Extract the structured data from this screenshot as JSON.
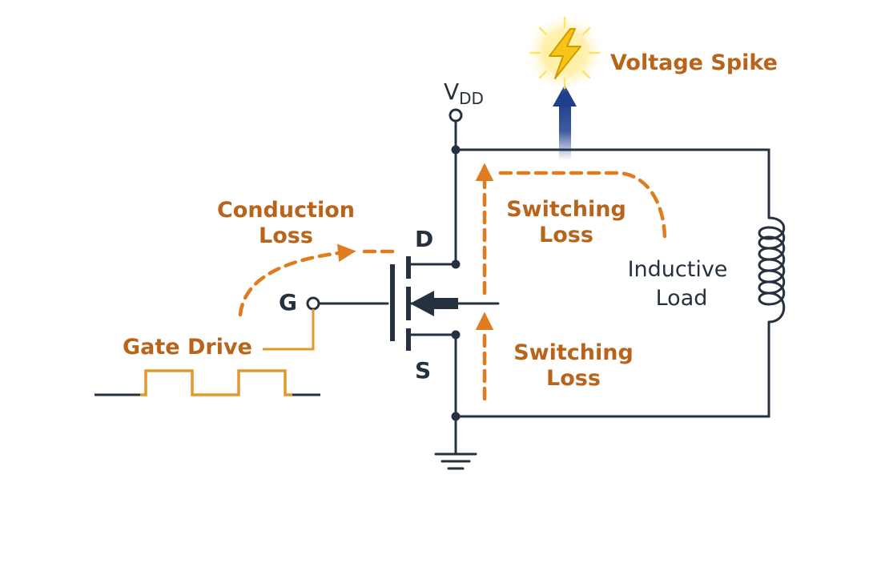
{
  "diagram": {
    "labels": {
      "voltage_spike": "Voltage Spike",
      "vdd_main": "V",
      "vdd_sub": "DD",
      "drain": "D",
      "gate": "G",
      "source": "S",
      "conduction_loss_line1": "Conduction",
      "conduction_loss_line2": "Loss",
      "gate_drive": "Gate Drive",
      "switching_loss_top_line1": "Switching",
      "switching_loss_top_line2": "Loss",
      "switching_loss_bottom_line1": "Switching",
      "switching_loss_bottom_line2": "Loss",
      "inductive_load_line1": "Inductive",
      "inductive_load_line2": "Load"
    },
    "colors": {
      "wire": "#26313f",
      "loss_arrow": "#e07c1f",
      "label_orange": "#b8651b",
      "spike_arrow": "#1f3f8a",
      "lightning": "#f5c518",
      "gate_drive_wave": "#e09a2c"
    }
  }
}
